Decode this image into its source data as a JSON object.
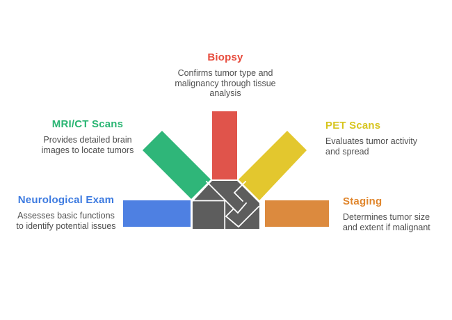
{
  "diagram": {
    "background_color": "#ffffff",
    "center_color": "#5D5D5D",
    "outline_color": "#FDFDFD",
    "description_color": "#4F4F4F"
  },
  "items": [
    {
      "id": "biopsy",
      "label": "Biopsy",
      "description": "Confirms tumor type and\nmalignancy through tissue\nanalysis",
      "title_color": "#E74B3C",
      "bar_color": "#E0544B",
      "position": "top"
    },
    {
      "id": "mri-ct-scans",
      "label": "MRI/CT Scans",
      "description": "Provides detailed brain\nimages to locate tumors",
      "title_color": "#2AB573",
      "bar_color": "#2FB679",
      "position": "upper-left"
    },
    {
      "id": "pet-scans",
      "label": "PET Scans",
      "description": "Evaluates tumor activity\nand spread",
      "title_color": "#D7C51F",
      "bar_color": "#E3C72E",
      "position": "upper-right"
    },
    {
      "id": "neurological-exam",
      "label": "Neurological Exam",
      "description": "Assesses basic functions\nto identify potential issues",
      "title_color": "#3C7AE0",
      "bar_color": "#4E80E2",
      "position": "left"
    },
    {
      "id": "staging",
      "label": "Staging",
      "description": "Determines tumor size\nand extent if malignant",
      "title_color": "#E0862D",
      "bar_color": "#DC8A3E",
      "position": "right"
    }
  ]
}
